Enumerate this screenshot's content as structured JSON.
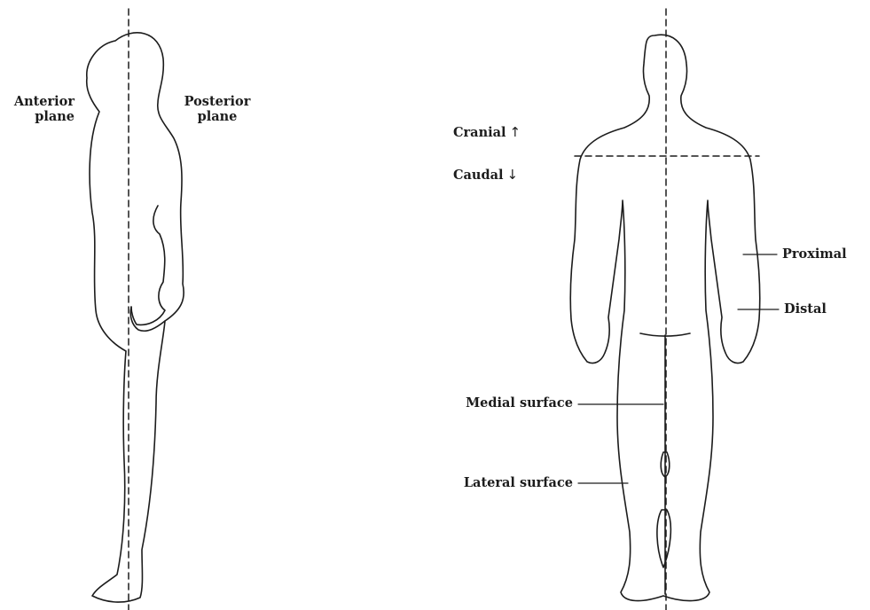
{
  "side_view": {
    "anterior": {
      "line1": "Anterior",
      "line2": "plane"
    },
    "posterior": {
      "line1": "Posterior",
      "line2": "plane"
    }
  },
  "back_view": {
    "cranial": "Cranial",
    "cranial_arrow": "↑",
    "caudal": "Caudal",
    "caudal_arrow": "↓",
    "proximal": "Proximal",
    "distal": "Distal",
    "medial": "Medial surface",
    "lateral": "Lateral surface"
  },
  "colors": {
    "ink": "#1c1c1c",
    "background": "#ffffff"
  },
  "line_styles": {
    "planes": "dashed",
    "leaders": "solid"
  }
}
